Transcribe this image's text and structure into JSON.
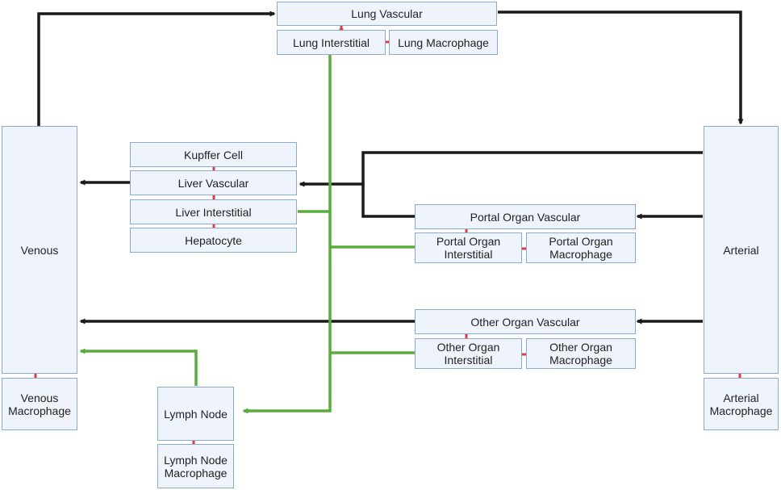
{
  "nodes": {
    "lung_vascular": "Lung Vascular",
    "lung_interstitial": "Lung Interstitial",
    "lung_macrophage": "Lung Macrophage",
    "venous": "Venous",
    "venous_macrophage": "Venous\nMacrophage",
    "arterial": "Arterial",
    "arterial_macrophage": "Arterial\nMacrophage",
    "kupffer_cell": "Kupffer Cell",
    "liver_vascular": "Liver Vascular",
    "liver_interstitial": "Liver Interstitial",
    "hepatocyte": "Hepatocyte",
    "portal_organ_vascular": "Portal Organ Vascular",
    "portal_organ_interstitial": "Portal Organ\nInterstitial",
    "portal_organ_macrophage": "Portal Organ\nMacrophage",
    "other_organ_vascular": "Other Organ Vascular",
    "other_organ_interstitial": "Other Organ\nInterstitial",
    "other_organ_macrophage": "Other Organ\nMacrophage",
    "lymph_node": "Lymph Node",
    "lymph_node_macrophage": "Lymph Node\nMacrophage"
  },
  "colors": {
    "box_fill": "#eef3fc",
    "box_border": "#8aaad4",
    "blood_flow": "#1a1a1a",
    "lymph_flow": "#5aad3c",
    "exchange": "#e03a3a"
  }
}
